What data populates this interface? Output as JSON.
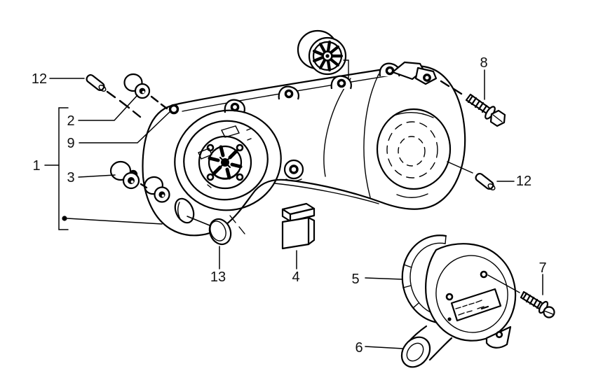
{
  "diagram": {
    "background": "#ffffff",
    "ink": "#000000",
    "callouts": {
      "pin_left": "12",
      "bushing_top": "2",
      "gasket": "9",
      "cover_assembly": "1",
      "bushing_left": "3",
      "cap_plug": "13",
      "rubber_damper": "4",
      "duct_ring": "5",
      "intake_snout": "6",
      "tapping_screw": "7",
      "flange_bolt": "8",
      "pin_right": "12"
    }
  }
}
